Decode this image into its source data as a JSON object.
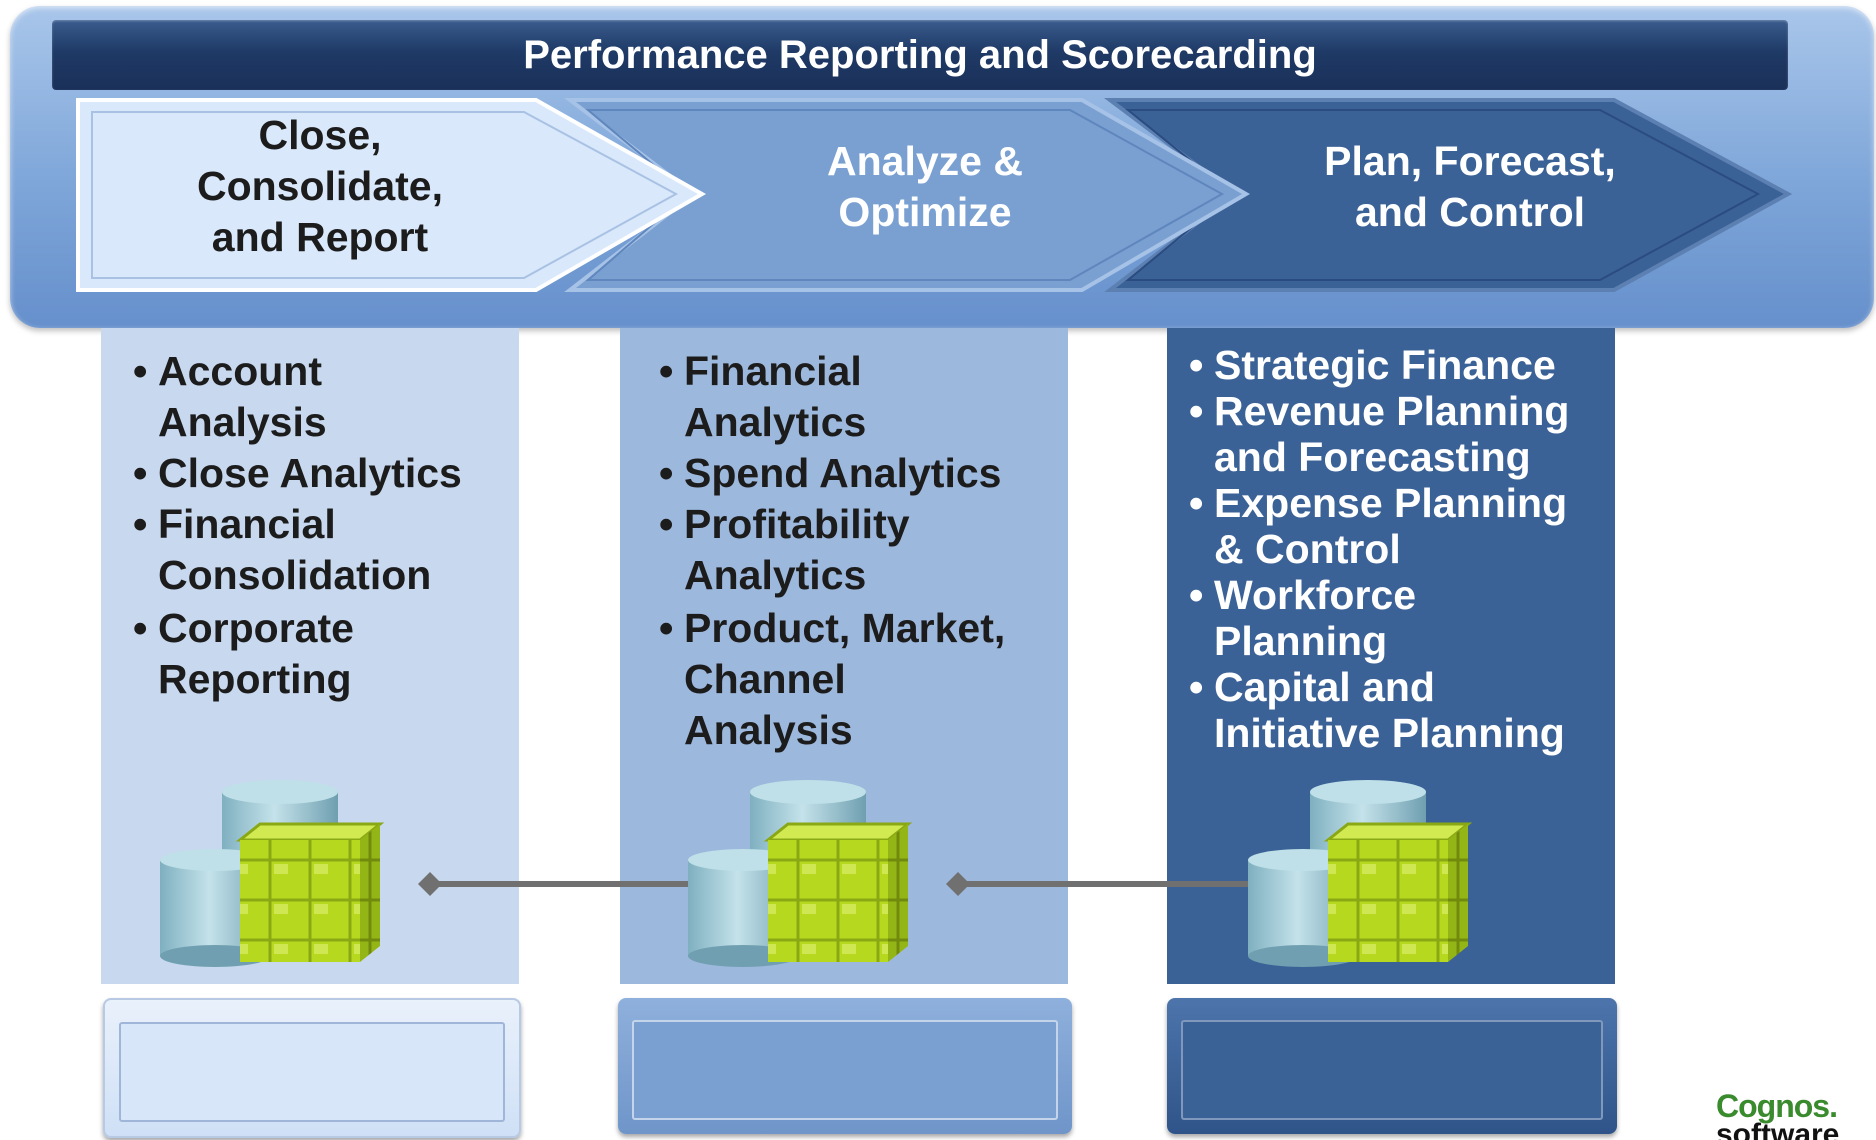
{
  "banner": {
    "title": "Performance Reporting and Scorecarding",
    "stages": [
      {
        "label_lines": [
          "Close,",
          "Consolidate,",
          "and Report"
        ],
        "color": "#d9e8fb",
        "text_color": "#1c1c1c"
      },
      {
        "label_lines": [
          "Analyze &",
          "Optimize"
        ],
        "color": "#7aa0d2",
        "text_color": "#ffffff"
      },
      {
        "label_lines": [
          "Plan, Forecast,",
          "and Control"
        ],
        "color": "#3b6297",
        "text_color": "#ffffff"
      }
    ]
  },
  "columns": [
    {
      "items": [
        {
          "lines": [
            "Account",
            "Analysis"
          ]
        },
        {
          "lines": [
            "Close Analytics"
          ]
        },
        {
          "lines": [
            "Financial",
            "Consolidation"
          ]
        },
        {
          "lines": [
            "Corporate",
            "Reporting"
          ]
        }
      ]
    },
    {
      "items": [
        {
          "lines": [
            "Financial",
            "Analytics"
          ]
        },
        {
          "lines": [
            "Spend Analytics"
          ]
        },
        {
          "lines": [
            "Profitability",
            "Analytics"
          ]
        },
        {
          "lines": [
            "Product, Market,",
            "Channel",
            "Analysis"
          ]
        }
      ]
    },
    {
      "items": [
        {
          "lines": [
            "Strategic Finance"
          ]
        },
        {
          "lines": [
            "Revenue Planning",
            "and Forecasting"
          ]
        },
        {
          "lines": [
            "Expense Planning",
            "& Control"
          ]
        },
        {
          "lines": [
            "Workforce",
            "Planning"
          ]
        },
        {
          "lines": [
            "Capital and",
            "Initiative Planning"
          ]
        }
      ]
    }
  ],
  "icons": {
    "data_store": "database-cube-icon",
    "connector": "diamond-connector-icon"
  },
  "colors": {
    "cube_green": "#b6d81f",
    "cylinder_teal": "#9fc6d2",
    "connector_gray": "#707070"
  },
  "logo": {
    "brand": "Cognos.",
    "sub": "software"
  }
}
